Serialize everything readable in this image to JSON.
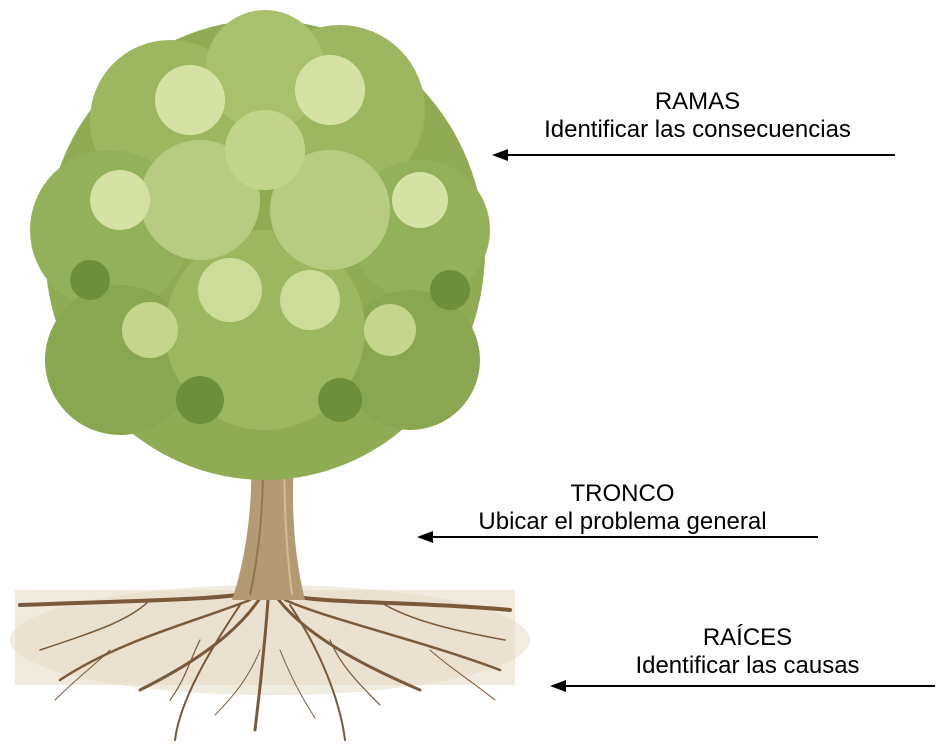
{
  "labels": {
    "ramas": {
      "title": "RAMAS",
      "desc": "Identificar las consecuencias"
    },
    "tronco": {
      "title": "TRONCO",
      "desc": "Ubicar el problema general"
    },
    "raices": {
      "title": "RAÍCES",
      "desc": "Identificar las causas"
    }
  },
  "colors": {
    "foliage_dark": "#6d8f3c",
    "foliage_mid": "#9db660",
    "foliage_light": "#d6e2a4",
    "trunk": "#b49a72",
    "roots": "#7a5a3a",
    "soil": "#d8cbb2"
  }
}
